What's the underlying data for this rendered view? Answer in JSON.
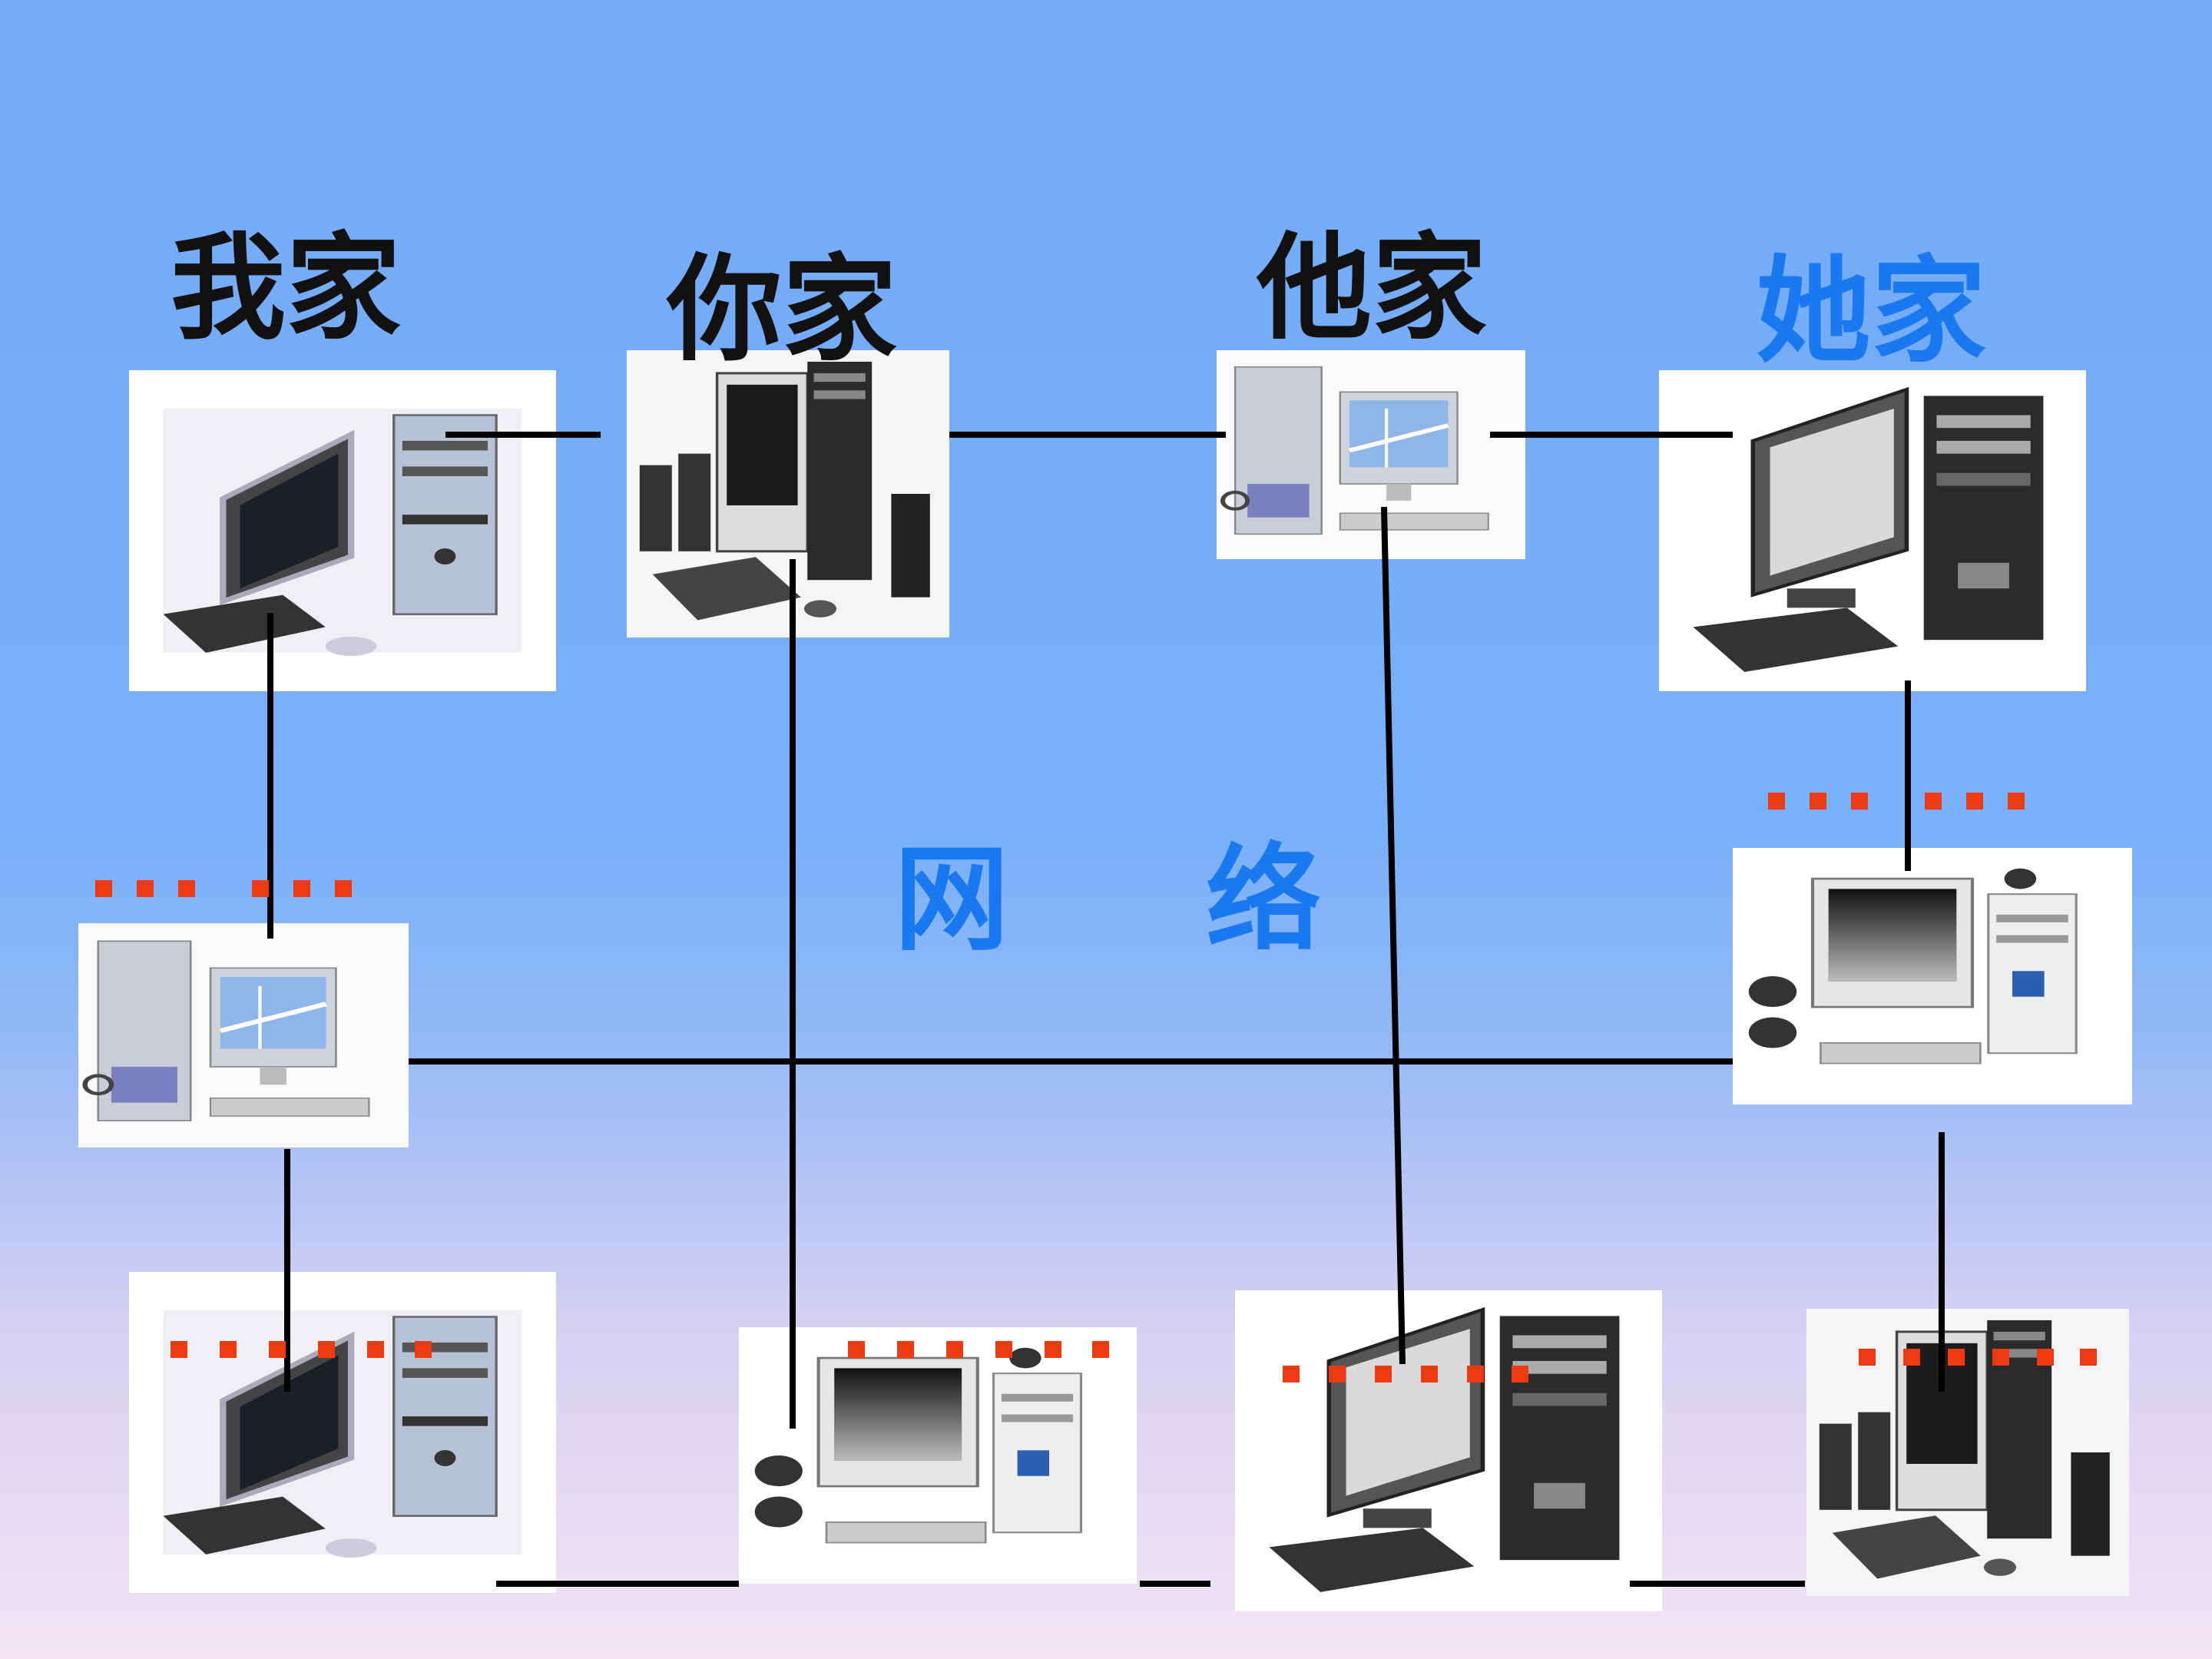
{
  "labels": {
    "wo_jia": "我家",
    "ni_jia": "你家",
    "ta_jia": "他家",
    "ta_jia_she": "她家",
    "network_1": "网",
    "network_2": "络"
  },
  "colors": {
    "background_top": "#73aaf7",
    "background_bottom": "#f4e4f4",
    "label_black": "#111111",
    "label_blue": "#1a78f0",
    "dots": "#ee3a10",
    "lines": "#000000"
  },
  "nodes": [
    {
      "id": "wo-jia",
      "icon": "desktop-computer-icon",
      "style": "tower-lcd"
    },
    {
      "id": "ni-jia",
      "icon": "desktop-computer-icon",
      "style": "crt-speakers"
    },
    {
      "id": "ta-jia",
      "icon": "desktop-computer-icon",
      "style": "bridge-wallpaper"
    },
    {
      "id": "ta-jia-she",
      "icon": "desktop-computer-icon",
      "style": "black-tower"
    },
    {
      "id": "left-middle",
      "icon": "desktop-computer-icon",
      "style": "bridge-wallpaper"
    },
    {
      "id": "right-middle",
      "icon": "desktop-computer-icon",
      "style": "white-crt-webcam"
    },
    {
      "id": "bottom-1",
      "icon": "desktop-computer-icon",
      "style": "tower-lcd"
    },
    {
      "id": "bottom-2",
      "icon": "desktop-computer-icon",
      "style": "white-crt-webcam"
    },
    {
      "id": "bottom-3",
      "icon": "desktop-computer-icon",
      "style": "black-tower"
    },
    {
      "id": "bottom-4",
      "icon": "desktop-computer-icon",
      "style": "crt-speakers"
    }
  ]
}
